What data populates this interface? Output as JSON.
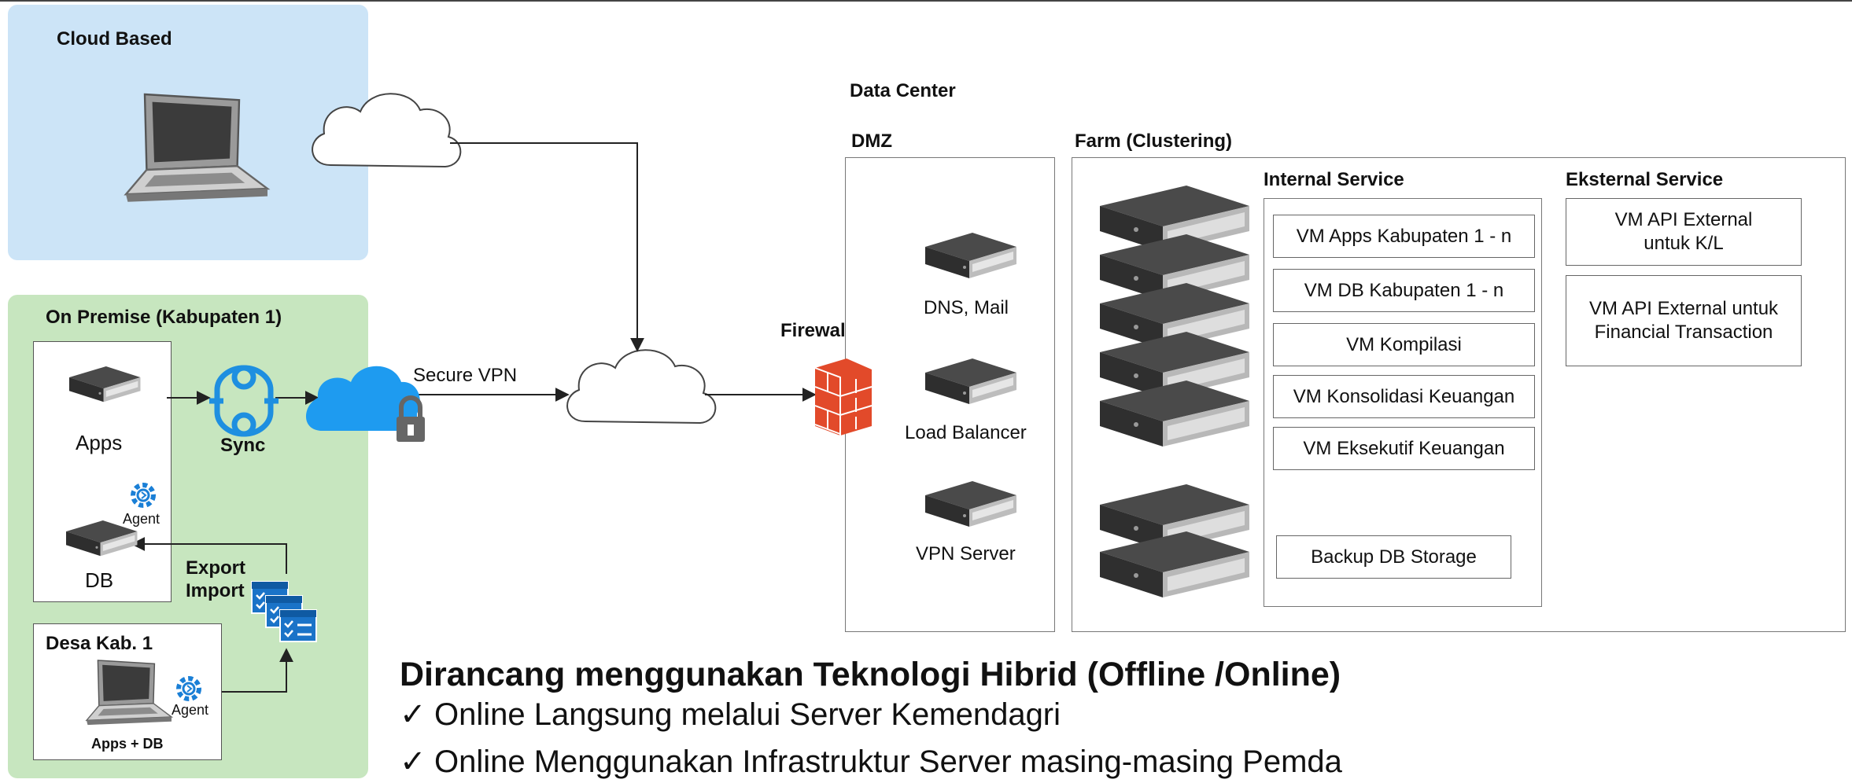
{
  "zones": {
    "cloud_based": {
      "title": "Cloud Based",
      "color": "#cce4f7"
    },
    "on_premise": {
      "title": "On Premise (Kabupaten 1)",
      "color": "#c7e6bf"
    },
    "desa": {
      "title": "Desa Kab. 1",
      "caption": "Apps + DB"
    }
  },
  "labels": {
    "internet_top": "Internet",
    "internet_mid": "Internet",
    "apps": "Apps",
    "db": "DB",
    "agent": "Agent",
    "agent_desa": "Agent",
    "sync": "Sync",
    "secure_vpn": "Secure VPN",
    "export": "Export",
    "import": "Import",
    "firewall": "Firewall",
    "data_center": "Data Center",
    "dmz": "DMZ",
    "farm": "Farm (Clustering)",
    "dns_mail": "DNS, Mail",
    "load_balancer": "Load Balancer",
    "vpn_server": "VPN Server",
    "internal_service": "Internal Service",
    "eksternal_service": "Eksternal Service"
  },
  "internal_vms": [
    "VM Apps Kabupaten 1 - n",
    "VM DB Kabupaten 1 - n",
    "VM Kompilasi",
    "VM Konsolidasi Keuangan",
    "VM Eksekutif Keuangan"
  ],
  "backup": "Backup DB Storage",
  "external_vms": [
    "VM API External untuk K/L",
    "VM API External untuk Financial Transaction"
  ],
  "footer": {
    "title": "Dirancang menggunakan Teknologi Hibrid (Offline /Online)",
    "checkmark": "✓",
    "items": [
      "Online Langsung melalui Server Kemendagri",
      "Online Menggunakan Infrastruktur Server masing-masing Pemda"
    ]
  },
  "colors": {
    "server_top": "#5a5a5a",
    "server_front": "#3a3a3a",
    "sync_blue": "#1e8fe0",
    "cloud_blue": "#1e9bf0",
    "firewall": "#e24a2a",
    "doc_blue": "#1a73c8"
  }
}
